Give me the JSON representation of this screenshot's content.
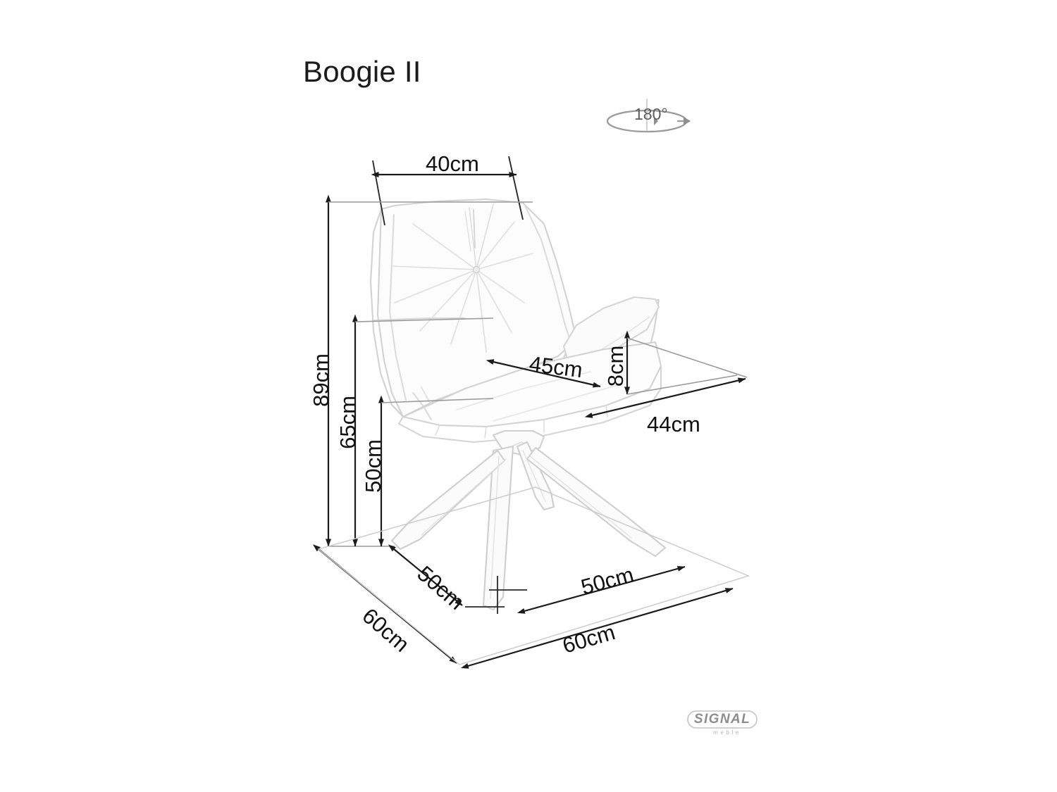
{
  "document": {
    "type": "technical-dimension-drawing",
    "product_title": "Boogie II",
    "background_color": "#ffffff",
    "line_color": "#1b1b1b",
    "drawing_line_color": "#d6d6d6"
  },
  "rotation_badge": {
    "label": "180°",
    "icon": "rotation-180-icon",
    "color": "#8e8e8e"
  },
  "dimensions": {
    "backrest_width": "40cm",
    "total_height": "89cm",
    "seat_back_height": "65cm",
    "seat_height": "50cm",
    "seat_depth": "45cm",
    "cushion_thickness": "8cm",
    "seat_width": "44cm",
    "base_depth_inner": "50cm",
    "base_width_inner": "50cm",
    "footprint_depth_outer": "60cm",
    "footprint_width_outer": "60cm"
  },
  "dimension_list": [
    {
      "id": "d-40",
      "label": "40cm",
      "meaning": "backrest width, top horizontal"
    },
    {
      "id": "d-89",
      "label": "89cm",
      "meaning": "overall chair height"
    },
    {
      "id": "d-65",
      "label": "65cm",
      "meaning": "height to top of armrest"
    },
    {
      "id": "d-50-seat",
      "label": "50cm",
      "meaning": "seat height from floor"
    },
    {
      "id": "d-45",
      "label": "45cm",
      "meaning": "seat depth diagonal"
    },
    {
      "id": "d-8",
      "label": "8cm",
      "meaning": "seat cushion thickness"
    },
    {
      "id": "d-44",
      "label": "44cm",
      "meaning": "seat width diagonal"
    },
    {
      "id": "d-50-depth",
      "label": "50cm",
      "meaning": "base depth, plan view left"
    },
    {
      "id": "d-50-width",
      "label": "50cm",
      "meaning": "base width, plan view right"
    },
    {
      "id": "d-60-depth",
      "label": "60cm",
      "meaning": "outer footprint depth"
    },
    {
      "id": "d-60-width",
      "label": "60cm",
      "meaning": "outer footprint width"
    }
  ],
  "brand_logo": {
    "name": "SIGNAL",
    "tagline": "meble",
    "color": "#8d8d8d"
  }
}
